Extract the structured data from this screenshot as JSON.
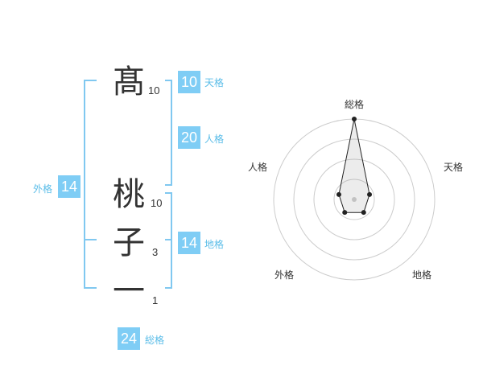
{
  "colors": {
    "accent": "#7fcdf5",
    "label": "#5bbde8",
    "bracket": "#80c8f0",
    "text": "#333333"
  },
  "name": {
    "characters": [
      {
        "char": "髙",
        "strokes": "10"
      },
      {
        "char": "桃",
        "strokes": "10"
      },
      {
        "char": "子",
        "strokes": "3"
      },
      {
        "char": "一",
        "strokes": "1"
      }
    ]
  },
  "kakusu": {
    "tenkaku": {
      "value": "10",
      "label": "天格"
    },
    "jinkaku": {
      "value": "20",
      "label": "人格"
    },
    "chikaku": {
      "value": "14",
      "label": "地格"
    },
    "gaikaku": {
      "value": "14",
      "label": "外格"
    },
    "soukaku": {
      "value": "24",
      "label": "総格"
    }
  },
  "chart_data": {
    "type": "radar",
    "axes": [
      "総格",
      "天格",
      "地格",
      "外格",
      "人格"
    ],
    "values": [
      5,
      1,
      1,
      1,
      1
    ],
    "rmax": 5,
    "rings": 4
  }
}
